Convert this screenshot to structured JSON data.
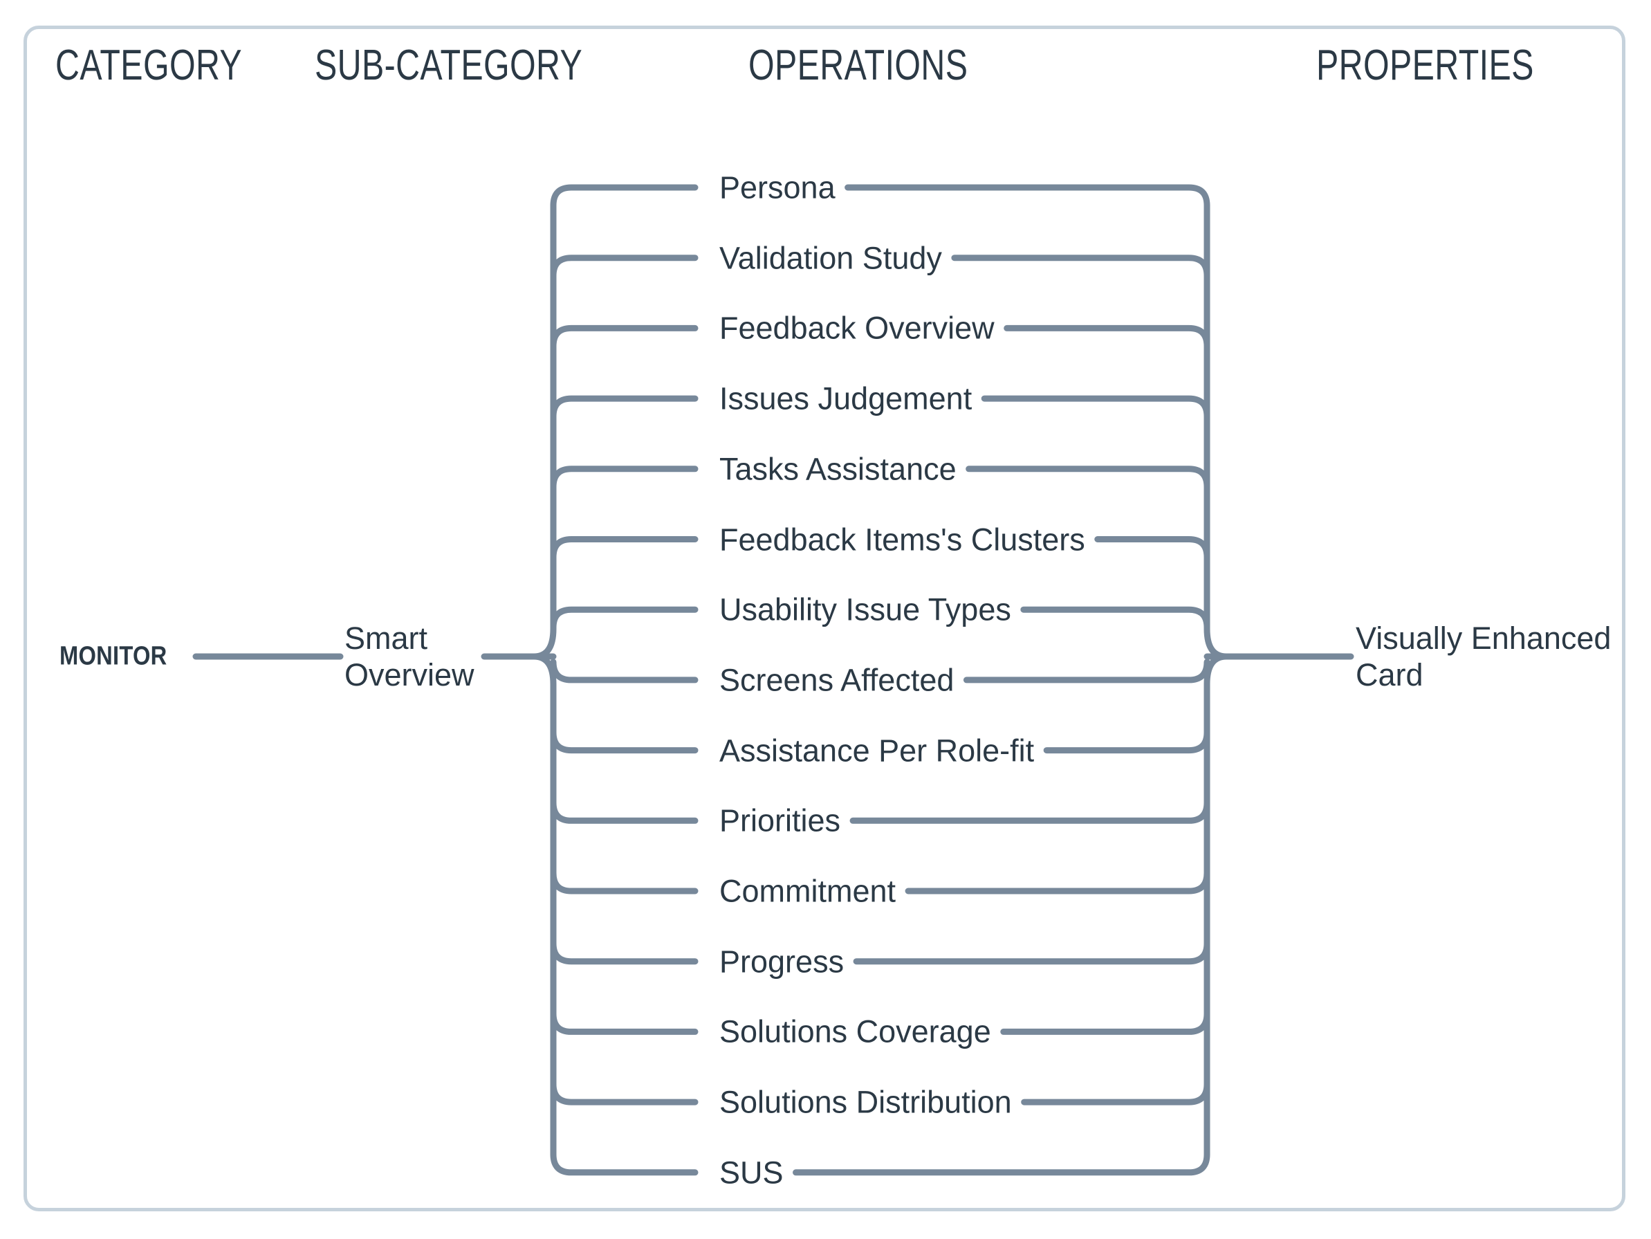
{
  "headers": {
    "category": "CATEGORY",
    "sub_category": "SUB-CATEGORY",
    "operations": "OPERATIONS",
    "properties": "PROPERTIES"
  },
  "category_node": {
    "label": "MONITOR"
  },
  "sub_category_node": {
    "label": "Smart Overview"
  },
  "properties_node": {
    "label": "Visually Enhanced Card"
  },
  "operations": [
    {
      "label": "Persona"
    },
    {
      "label": "Validation Study"
    },
    {
      "label": "Feedback Overview"
    },
    {
      "label": "Issues Judgement"
    },
    {
      "label": "Tasks Assistance"
    },
    {
      "label": "Feedback Items's Clusters"
    },
    {
      "label": "Usability Issue Types"
    },
    {
      "label": "Screens Affected"
    },
    {
      "label": "Assistance Per Role-fit"
    },
    {
      "label": "Priorities"
    },
    {
      "label": "Commitment"
    },
    {
      "label": "Progress"
    },
    {
      "label": "Solutions Coverage"
    },
    {
      "label": "Solutions Distribution"
    },
    {
      "label": "SUS"
    }
  ],
  "colors": {
    "line": "#77889a",
    "text": "#2b3945",
    "card_border": "#c6d2dc",
    "background": "#ffffff"
  }
}
